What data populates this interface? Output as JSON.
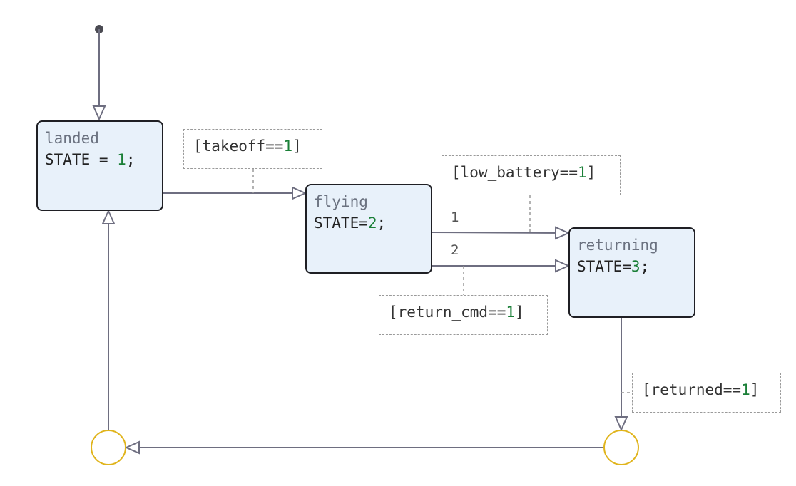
{
  "diagram": {
    "states": {
      "landed": {
        "name": "landed",
        "action_prefix": "STATE = ",
        "value": "1",
        "action_suffix": ";"
      },
      "flying": {
        "name": "flying",
        "action_prefix": "STATE=",
        "value": "2",
        "action_suffix": ";"
      },
      "returning": {
        "name": "returning",
        "action_prefix": "STATE=",
        "value": "3",
        "action_suffix": ";"
      }
    },
    "guards": {
      "takeoff": {
        "prefix": "[takeoff==",
        "value": "1",
        "suffix": "]"
      },
      "low_battery": {
        "prefix": "[low_battery==",
        "value": "1",
        "suffix": "]"
      },
      "return_cmd": {
        "prefix": "[return_cmd==",
        "value": "1",
        "suffix": "]"
      },
      "returned": {
        "prefix": "[returned==",
        "value": "1",
        "suffix": "]"
      }
    },
    "priorities": {
      "first": "1",
      "second": "2"
    },
    "colors": {
      "state_fill": "#e8f1fa",
      "state_border": "#1f1f24",
      "transition_line": "#6e6e80",
      "junction": "#e0b41c",
      "guard_value": "#1a7f37",
      "state_name": "#6b7280"
    }
  }
}
